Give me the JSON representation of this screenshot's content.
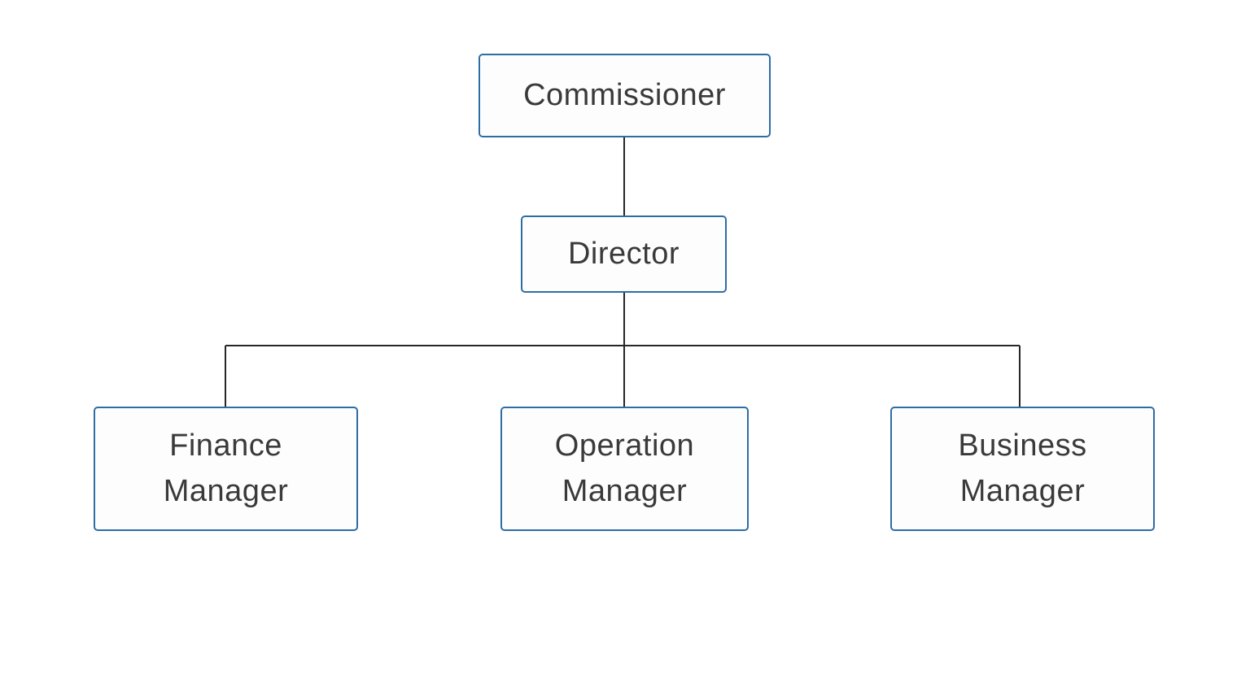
{
  "diagram": {
    "type": "org-chart",
    "colors": {
      "background": "#ffffff",
      "box_border": "#2e6da4",
      "box_fill": "#fdfdfd",
      "text": "#3a3a3a",
      "connector": "#262626"
    },
    "nodes": [
      {
        "id": "commissioner",
        "label": "Commissioner",
        "level": 1,
        "parent": null
      },
      {
        "id": "director",
        "label": "Director",
        "level": 2,
        "parent": "commissioner"
      },
      {
        "id": "finance-manager",
        "label": "Finance\nManager",
        "level": 3,
        "parent": "director"
      },
      {
        "id": "operation-manager",
        "label": "Operation\nManager",
        "level": 3,
        "parent": "director"
      },
      {
        "id": "business-manager",
        "label": "Business\nManager",
        "level": 3,
        "parent": "director"
      }
    ]
  }
}
